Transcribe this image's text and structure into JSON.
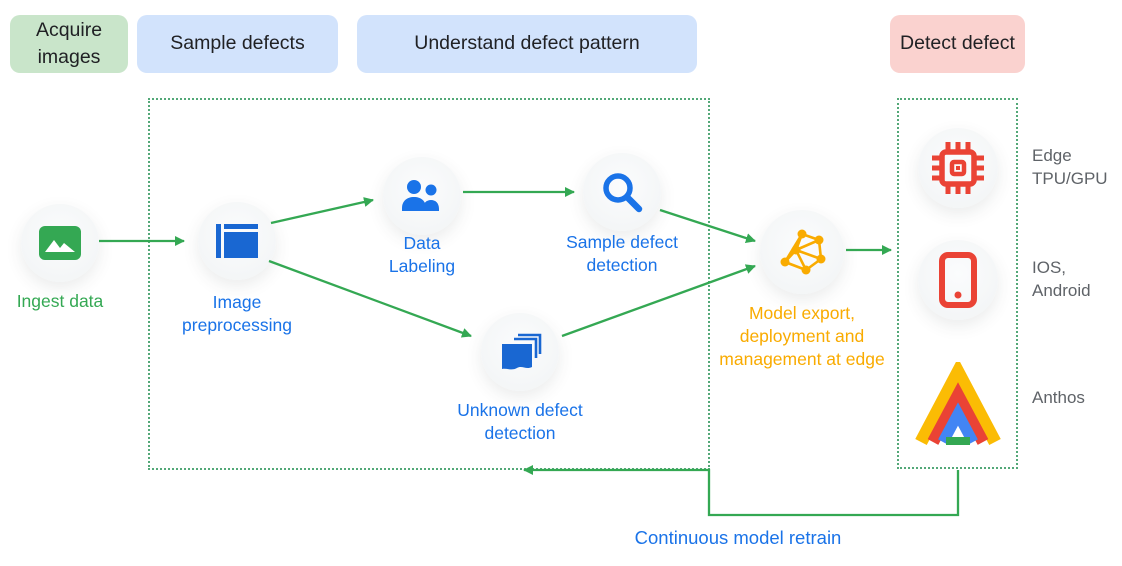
{
  "badges": {
    "acquire": {
      "label": "Acquire images",
      "bg": "#c9e5ca"
    },
    "sample": {
      "label": "Sample defects",
      "bg": "#d2e3fc"
    },
    "understand": {
      "label": "Understand defect pattern",
      "bg": "#d2e3fc"
    },
    "detect": {
      "label": "Detect defect",
      "bg": "#fad2cf"
    }
  },
  "flow": {
    "ingest": {
      "label": "Ingest data",
      "icon": "image-icon",
      "color": "#34a853"
    },
    "preprocessing": {
      "label": "Image preprocessing",
      "icon": "window-frame-icon",
      "color": "#1a73e8"
    },
    "labeling": {
      "label": "Data Labeling",
      "icon": "people-icon",
      "color": "#1a73e8"
    },
    "sample_detect": {
      "label": "Sample defect detection",
      "icon": "search-icon",
      "color": "#1a73e8"
    },
    "unknown_detect": {
      "label": "Unknown defect detection",
      "icon": "documents-icon",
      "color": "#1a73e8"
    },
    "model_export": {
      "label": "Model export, deployment and management at edge",
      "icon": "network-graph-icon",
      "color": "#f9ab00"
    }
  },
  "targets": {
    "edge_tpu": {
      "label": "Edge TPU/GPU",
      "icon": "chip-icon"
    },
    "mobile": {
      "label": "IOS, Android",
      "icon": "smartphone-icon"
    },
    "anthos": {
      "label": "Anthos",
      "icon": "anthos-logo"
    }
  },
  "feedback": {
    "label": "Continuous model retrain",
    "color": "#1a73e8"
  },
  "colors": {
    "arrow": "#34a853",
    "dotted_border": "#53a878",
    "target_text": "#5f6368",
    "badge_text": "#202124",
    "icon_blue": "#1967d2",
    "icon_red": "#ea4335",
    "icon_amber": "#f9ab00",
    "anthos_yellow": "#fbbc04",
    "anthos_red": "#ea4335",
    "anthos_blue": "#4285f4",
    "anthos_green": "#34a853"
  }
}
